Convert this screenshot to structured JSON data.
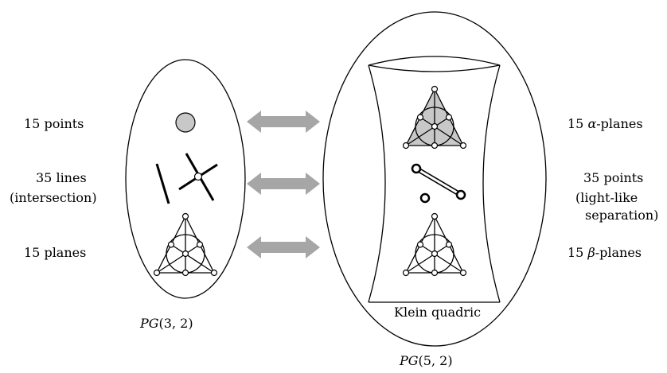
{
  "left_labels": {
    "points": "15 points",
    "lines_line1": "35 lines",
    "lines_line2": "(intersection)",
    "planes": "15 planes"
  },
  "right_labels": {
    "alpha_prefix": "15 ",
    "alpha_symbol": "α",
    "alpha_suffix": "-planes",
    "points_line1": "35 points",
    "points_line2": "(light-like",
    "points_line3": "separation)",
    "beta_prefix": "15 ",
    "beta_symbol": "β",
    "beta_suffix": "-planes"
  },
  "left_space": {
    "name_math": "PG",
    "name_args": "(3, 2)"
  },
  "right_space": {
    "name_math": "PG",
    "name_args": "(5, 2)"
  },
  "quadric_label": "Klein quadric",
  "colors": {
    "arrow": "#a6a6a6",
    "fill_gray": "#c8c8c8",
    "stroke": "#000000"
  }
}
